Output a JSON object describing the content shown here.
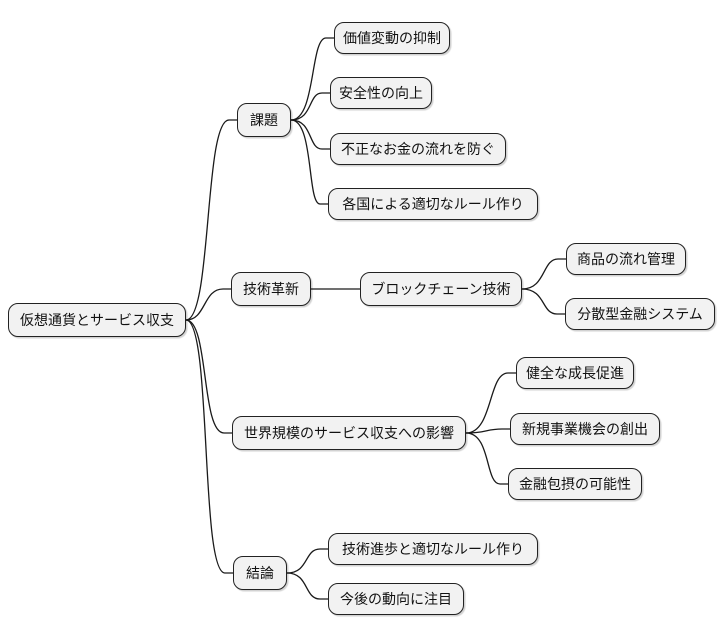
{
  "mindmap": {
    "title": "仮想通貨とサービス収支 mind map",
    "colors": {
      "background": "#ffffff",
      "node_fill": "#f2f2f2",
      "node_border": "#222222",
      "connector": "#1a1a1a"
    },
    "root": {
      "label": "仮想通貨とサービス収支"
    },
    "branches": [
      {
        "label": "課題",
        "children": [
          {
            "label": "価値変動の抑制"
          },
          {
            "label": "安全性の向上"
          },
          {
            "label": "不正なお金の流れを防ぐ"
          },
          {
            "label": "各国による適切なルール作り"
          }
        ]
      },
      {
        "label": "技術革新",
        "children": [
          {
            "label": "ブロックチェーン技術",
            "children": [
              {
                "label": "商品の流れ管理"
              },
              {
                "label": "分散型金融システム"
              }
            ]
          }
        ]
      },
      {
        "label": "世界規模のサービス収支への影響",
        "children": [
          {
            "label": "健全な成長促進"
          },
          {
            "label": "新規事業機会の創出"
          },
          {
            "label": "金融包摂の可能性"
          }
        ]
      },
      {
        "label": "結論",
        "children": [
          {
            "label": "技術進歩と適切なルール作り"
          },
          {
            "label": "今後の動向に注目"
          }
        ]
      }
    ]
  }
}
